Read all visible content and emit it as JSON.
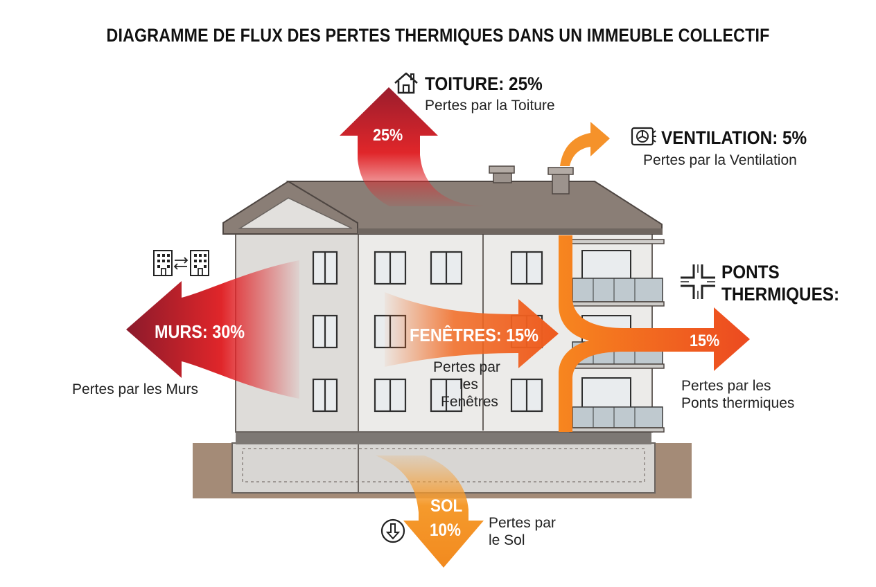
{
  "title": "DIAGRAMME DE FLUX DES PERTES THERMIQUES DANS UN IMMEUBLE COLLECTIF",
  "colors": {
    "dark_red": "#8b1a2b",
    "red": "#e0262a",
    "orange": "#f26a22",
    "light_orange": "#f7a23a",
    "roof": "#8a7e76",
    "wall": "#e7e5e2",
    "ground": "#a48b77"
  },
  "losses": {
    "roof": {
      "heading": "TOITURE: 25%",
      "arrow": "25%",
      "desc": "Pertes par la Toiture",
      "icon": "house-icon"
    },
    "ventilation": {
      "heading": "VENTILATION: 5%",
      "desc": "Pertes par la Ventilation",
      "icon": "ventilation-fan-icon"
    },
    "walls": {
      "arrow": "MURS: 30%",
      "desc": "Pertes par les Murs",
      "icon": "buildings-exchange-icon"
    },
    "windows": {
      "arrow": "FENÊTRES: 15%",
      "desc": [
        "Pertes par",
        "les",
        "Fenêtres"
      ]
    },
    "bridges": {
      "heading": [
        "PONTS",
        "THERMIQUES:"
      ],
      "arrow": "15%",
      "desc": [
        "Pertes par les",
        "Ponts thermiques"
      ],
      "icon": "thermal-bridge-cross-icon"
    },
    "ground": {
      "arrow": [
        "SOL",
        "10%"
      ],
      "desc": [
        "Pertes par",
        "le Sol"
      ],
      "icon": "down-arrow-circle-icon"
    }
  }
}
